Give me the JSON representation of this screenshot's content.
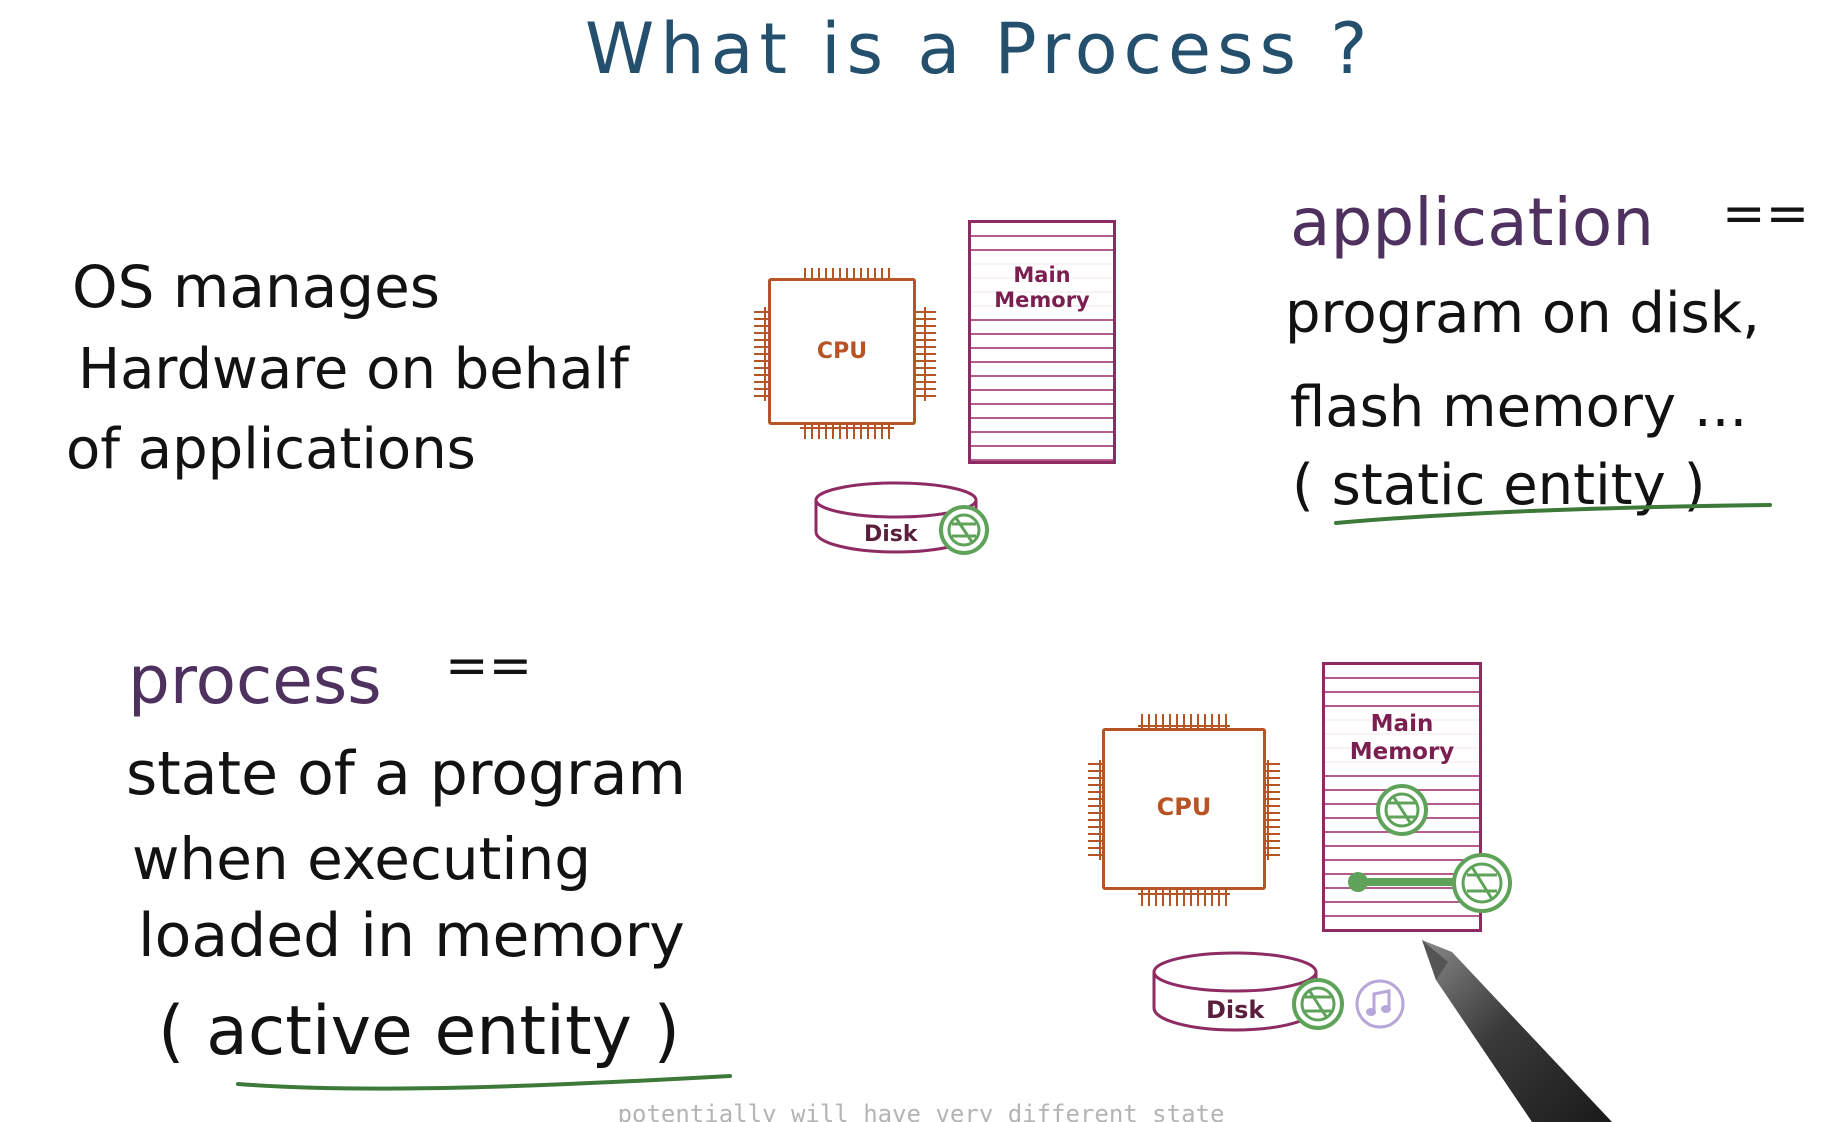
{
  "title": "What is a Process ?",
  "os_text": {
    "line1": "OS manages",
    "line2": "Hardware on behalf",
    "line3": "of applications"
  },
  "application_text": {
    "term": "application",
    "equals": "==",
    "line1": "program on disk,",
    "line2": "flash memory ...",
    "line3": "( static entity )"
  },
  "process_text": {
    "term": "process",
    "equals": "==",
    "line1": "state of a program",
    "line2": "when executing",
    "line3": "loaded in memory",
    "line4": "( active entity )"
  },
  "diagram_top": {
    "cpu_label": "CPU",
    "memory_label_line1": "Main",
    "memory_label_line2": "Memory",
    "disk_label": "Disk"
  },
  "diagram_bottom": {
    "cpu_label": "CPU",
    "memory_label_line1": "Main",
    "memory_label_line2": "Memory",
    "disk_label": "Disk"
  },
  "subtitle": "potentially will have very different state",
  "colors": {
    "title_blue": "#24506d",
    "ink_black": "#121212",
    "term_purple": "#4e315f",
    "underline_green": "#3d7a3a",
    "cpu_orange": "#b75425",
    "memory_maroon": "#8e2b63",
    "app_icon_green": "#5fa35a",
    "music_icon_lavender": "#b7a6d8"
  }
}
